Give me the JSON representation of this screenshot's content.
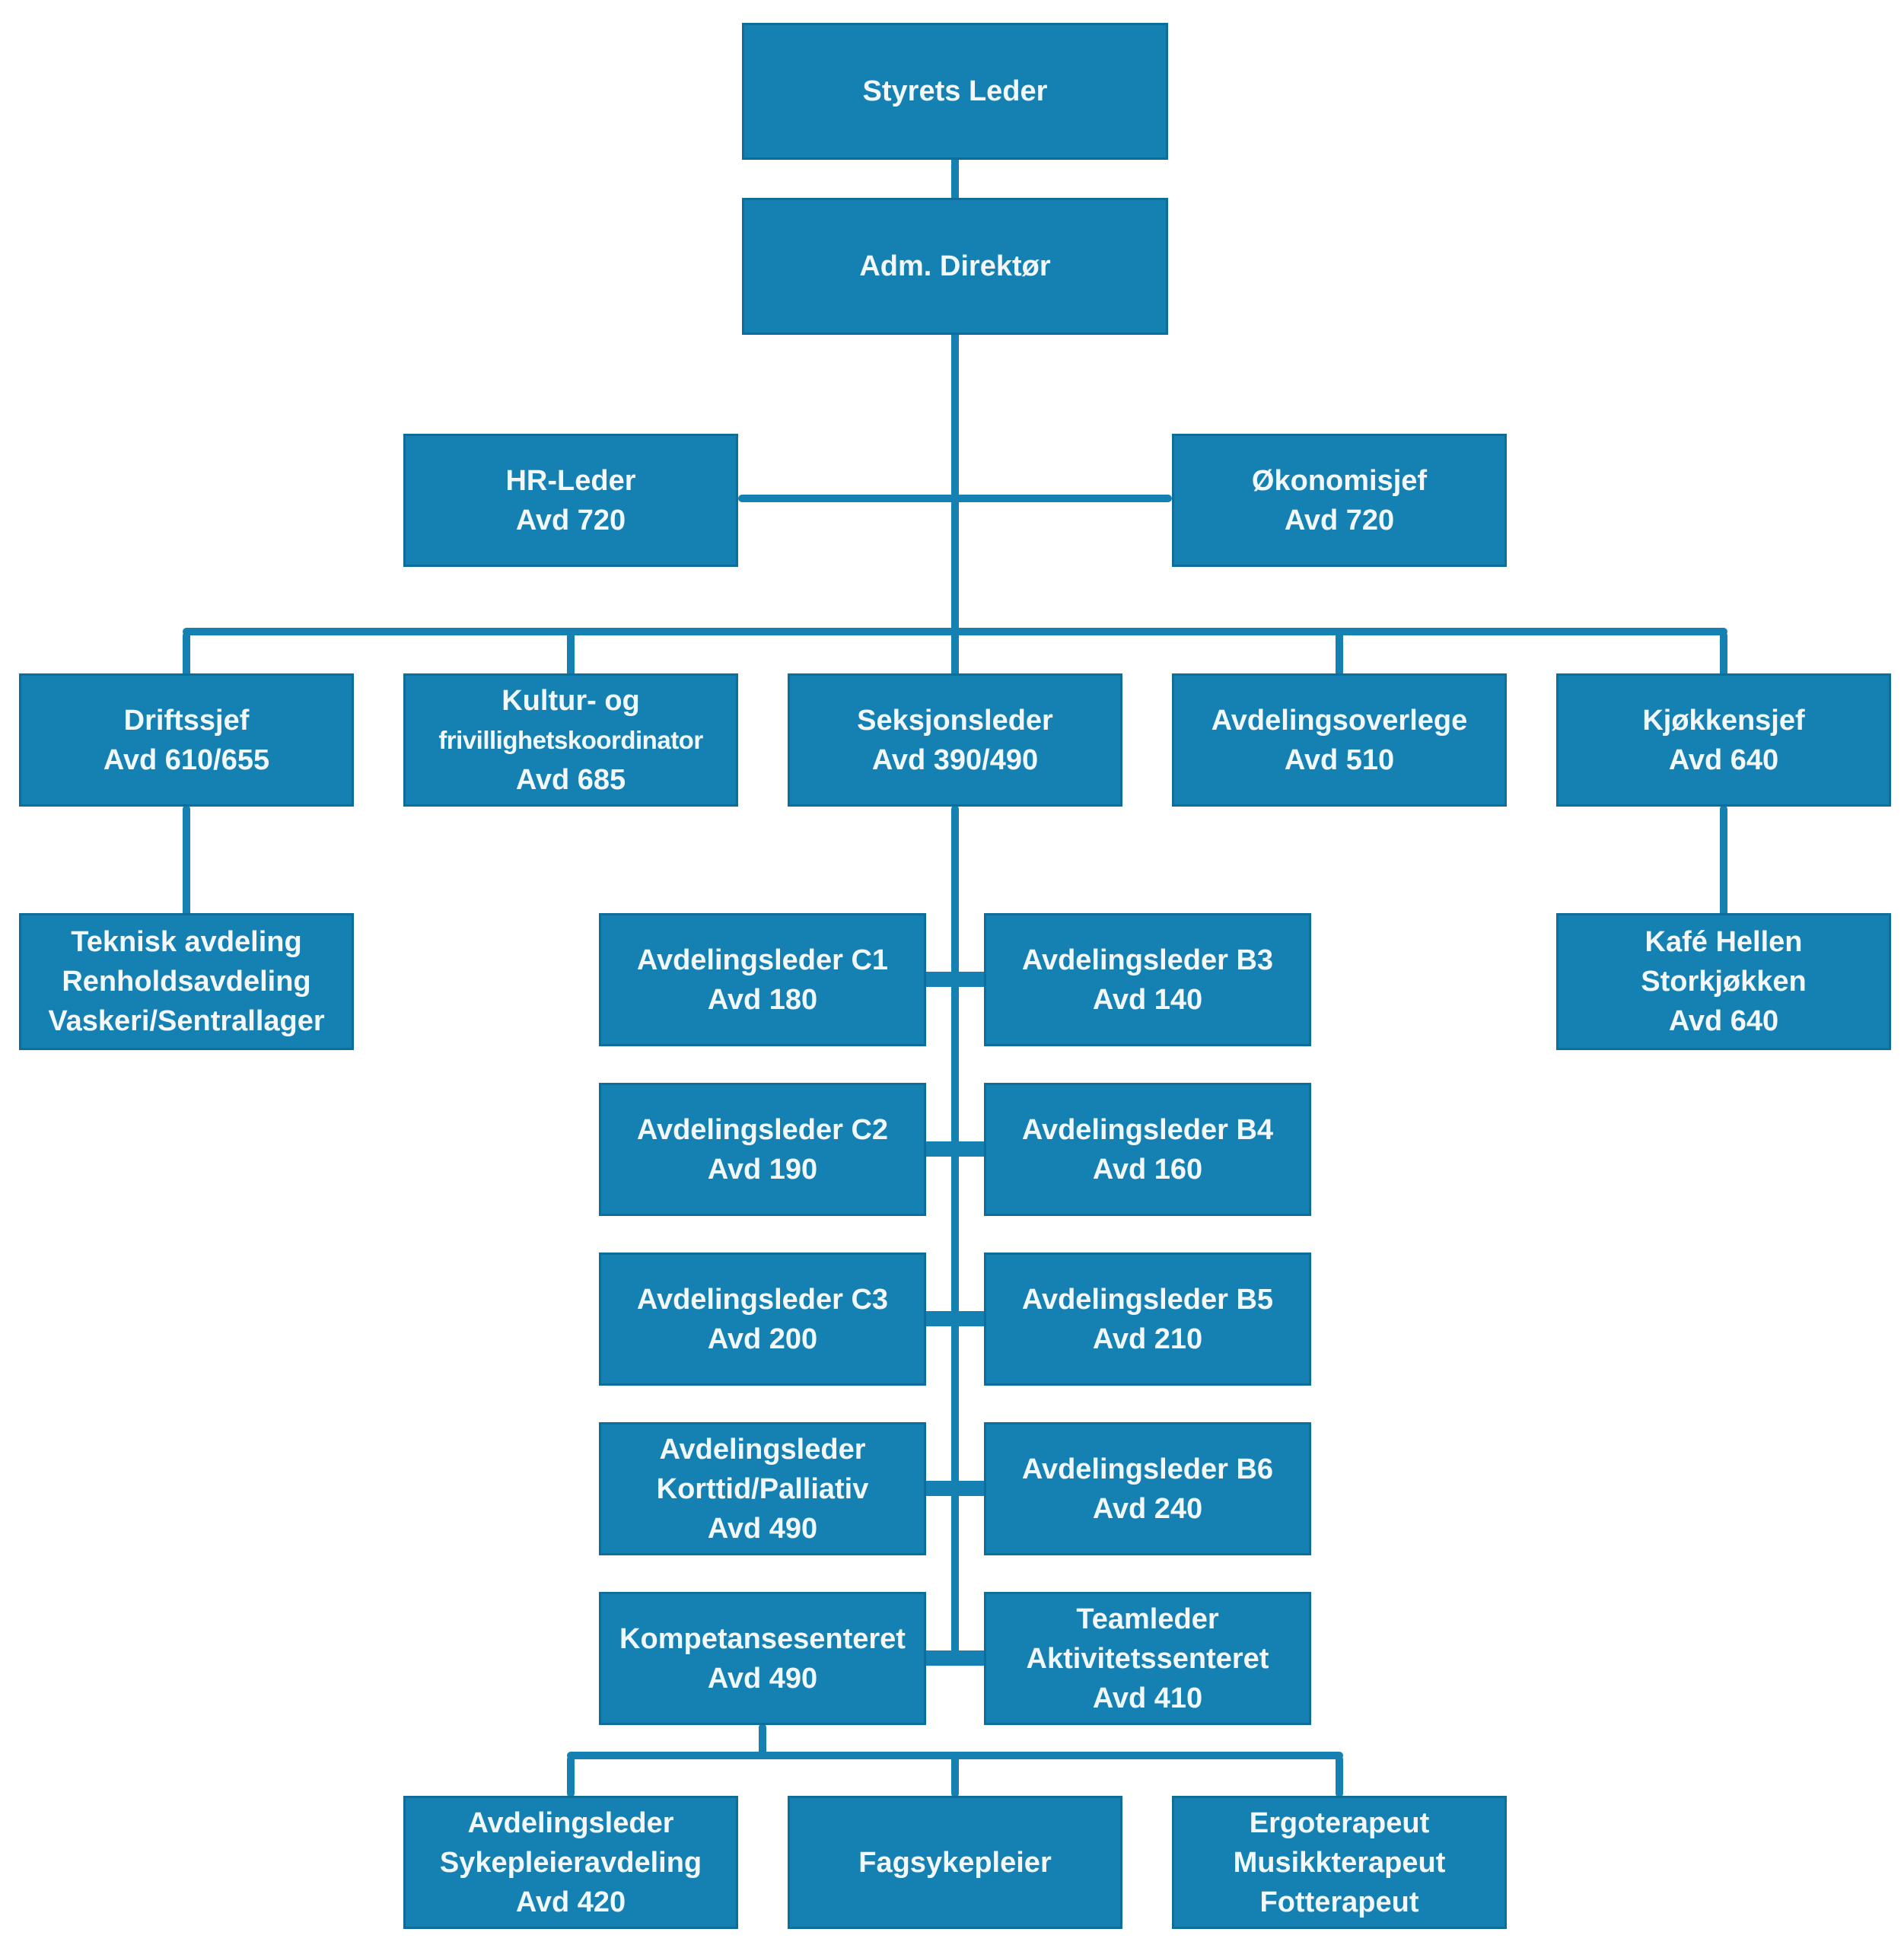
{
  "chart_title": "",
  "colors": {
    "box_fill": "#1581B2",
    "box_border": "#0D6E9B",
    "connector": "#1581B2",
    "text": "#F2F7FA",
    "background": "#FFFFFF"
  },
  "nodes": {
    "styrets_leder": {
      "lines": [
        "Styrets Leder"
      ]
    },
    "adm_direktor": {
      "lines": [
        "Adm. Direktør"
      ]
    },
    "hr_leder": {
      "lines": [
        "HR-Leder",
        "Avd 720"
      ]
    },
    "okonomisjef": {
      "lines": [
        "Økonomisjef",
        "Avd 720"
      ]
    },
    "driftssjef": {
      "lines": [
        "Driftssjef",
        "Avd 610/655"
      ]
    },
    "kultur": {
      "lines": [
        "Kultur- og",
        "frivillighetskoordinator",
        "Avd 685"
      ]
    },
    "seksjonsleder": {
      "lines": [
        "Seksjonsleder",
        "Avd 390/490"
      ]
    },
    "avdelingsoverlege": {
      "lines": [
        "Avdelingsoverlege",
        "Avd 510"
      ]
    },
    "kjokkensjef": {
      "lines": [
        "Kjøkkensjef",
        "Avd 640"
      ]
    },
    "teknisk": {
      "lines": [
        "Teknisk avdeling",
        "Renholdsavdeling",
        "Vaskeri/Sentrallager"
      ]
    },
    "kafe_hellen": {
      "lines": [
        "Kafé Hellen",
        "Storkjøkken",
        "Avd 640"
      ]
    },
    "leder_c1": {
      "lines": [
        "Avdelingsleder C1",
        "Avd 180"
      ]
    },
    "leder_b3": {
      "lines": [
        "Avdelingsleder B3",
        "Avd 140"
      ]
    },
    "leder_c2": {
      "lines": [
        "Avdelingsleder C2",
        "Avd 190"
      ]
    },
    "leder_b4": {
      "lines": [
        "Avdelingsleder B4",
        "Avd 160"
      ]
    },
    "leder_c3": {
      "lines": [
        "Avdelingsleder C3",
        "Avd 200"
      ]
    },
    "leder_b5": {
      "lines": [
        "Avdelingsleder B5",
        "Avd 210"
      ]
    },
    "leder_korttid": {
      "lines": [
        "Avdelingsleder",
        "Korttid/Palliativ",
        "Avd 490"
      ]
    },
    "leder_b6": {
      "lines": [
        "Avdelingsleder B6",
        "Avd 240"
      ]
    },
    "kompetansesenteret": {
      "lines": [
        "Kompetansesenteret",
        "Avd 490"
      ]
    },
    "teamleder": {
      "lines": [
        "Teamleder",
        "Aktivitetssenteret",
        "Avd 410"
      ]
    },
    "sykepleieravdeling": {
      "lines": [
        "Avdelingsleder",
        "Sykepleieravdeling",
        "Avd 420"
      ]
    },
    "fagsykepleier": {
      "lines": [
        "Fagsykepleier"
      ]
    },
    "terapeuter": {
      "lines": [
        "Ergoterapeut",
        "Musikkterapeut",
        "Fotterapeut"
      ]
    }
  }
}
